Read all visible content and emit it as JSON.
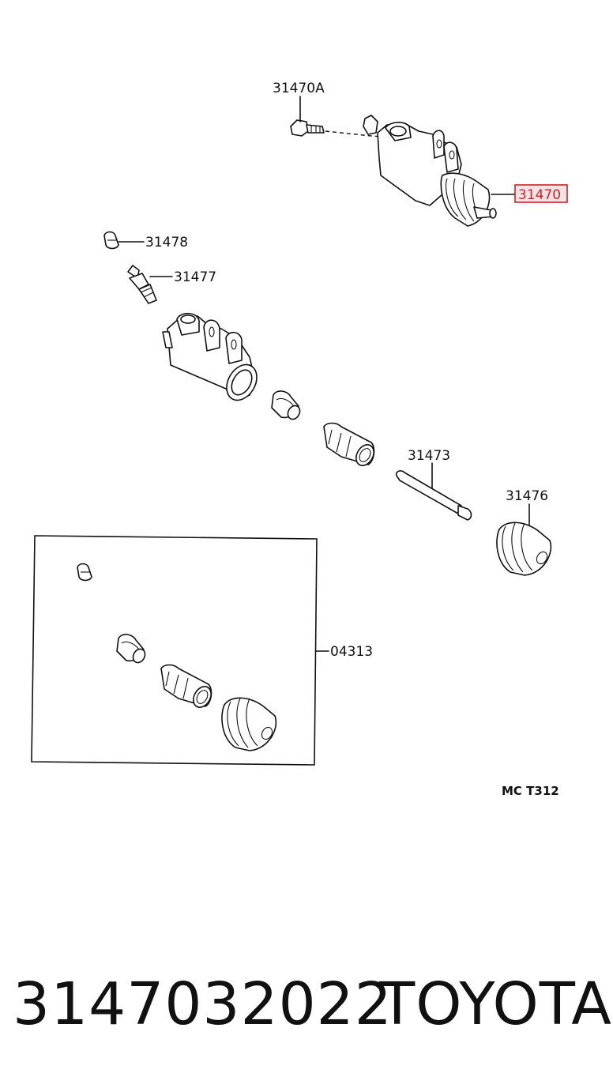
{
  "labels": {
    "bleeder_screw_assy": "31470A",
    "release_cylinder": "31470",
    "bleeder_cap": "31478",
    "bleeder_plug": "31477",
    "push_rod": "31473",
    "boot": "31476",
    "repair_kit": "04313"
  },
  "diagram_code": "MC  T312",
  "footer": {
    "part_number": "3147032022",
    "brand": "TOYOTA"
  },
  "colors": {
    "highlight": "#c2262e",
    "highlight_fill": "#f7e2e3",
    "ink": "#111111"
  }
}
